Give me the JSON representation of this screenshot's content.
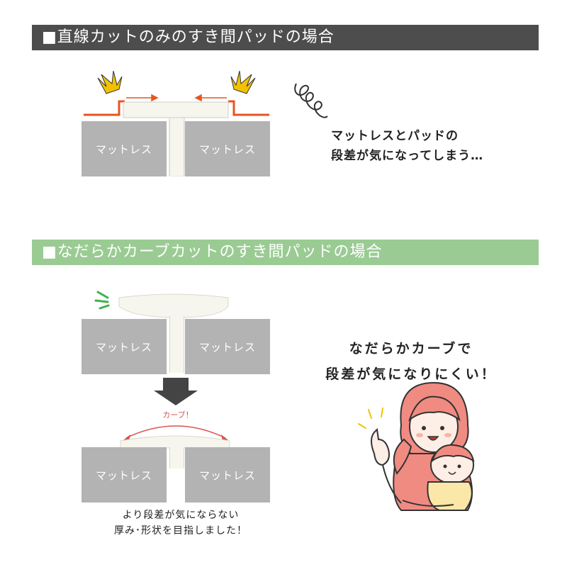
{
  "section1": {
    "banner": "■直線カットのみのすき間パッドの場合",
    "mattress_left": "マットレス",
    "mattress_right": "マットレス",
    "speech_line1": "マットレスとパッドの",
    "speech_line2": "段差が気になってしまう…"
  },
  "section2": {
    "banner": "■なだらかカーブカットのすき間パッドの場合",
    "before": {
      "mattress_left": "マットレス",
      "mattress_right": "マットレス"
    },
    "curve_label": "カーブ！",
    "after": {
      "mattress_left": "マットレス",
      "mattress_right": "マットレス"
    },
    "caption_line1": "より段差が気にならない",
    "caption_line2": "厚み･形状を目指しました！",
    "speech_line1": "なだらかカーブで",
    "speech_line2": "段差が気になりにくい！"
  },
  "colors": {
    "banner_dark": "#4d4d4d",
    "banner_green": "#9acb93",
    "mattress": "#b3b3b3",
    "pad": "#f7f6ee",
    "orange_edge": "#e8541e",
    "spark_yellow": "#f2c200",
    "spark_green": "#3db34a",
    "curve_red": "#d9534f"
  },
  "icons": [
    "impact-spark-icon",
    "arrow-icon",
    "scribble-icon",
    "down-arrow-icon",
    "mother-baby-illustration"
  ]
}
